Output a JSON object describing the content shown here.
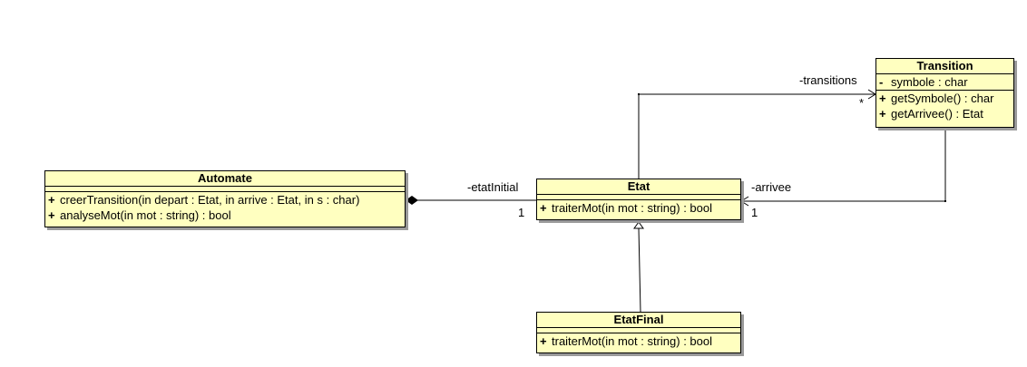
{
  "classes": {
    "automate": {
      "name": "Automate",
      "operations": [
        {
          "visibility": "+",
          "text": "creerTransition(in depart : Etat, in arrive : Etat, in s : char)"
        },
        {
          "visibility": "+",
          "text": "analyseMot(in mot : string) : bool"
        }
      ]
    },
    "etat": {
      "name": "Etat",
      "operations": [
        {
          "visibility": "+",
          "text": "traiterMot(in mot : string) : bool"
        }
      ]
    },
    "etatfinal": {
      "name": "EtatFinal",
      "operations": [
        {
          "visibility": "+",
          "text": "traiterMot(in mot : string) : bool"
        }
      ]
    },
    "transition": {
      "name": "Transition",
      "attributes": [
        {
          "visibility": "-",
          "text": "symbole : char"
        }
      ],
      "operations": [
        {
          "visibility": "+",
          "text": "getSymbole() : char"
        },
        {
          "visibility": "+",
          "text": "getArrivee() : Etat"
        }
      ]
    }
  },
  "associations": {
    "etat_initial": {
      "role": "-etatInitial",
      "multiplicity": "1"
    },
    "transitions": {
      "role": "-transitions",
      "multiplicity": "*"
    },
    "arrivee": {
      "role": "-arrivee",
      "multiplicity": "1"
    }
  },
  "colors": {
    "class_fill": "#ffffc0",
    "shadow": "#9a9a9a",
    "line": "#000000"
  }
}
